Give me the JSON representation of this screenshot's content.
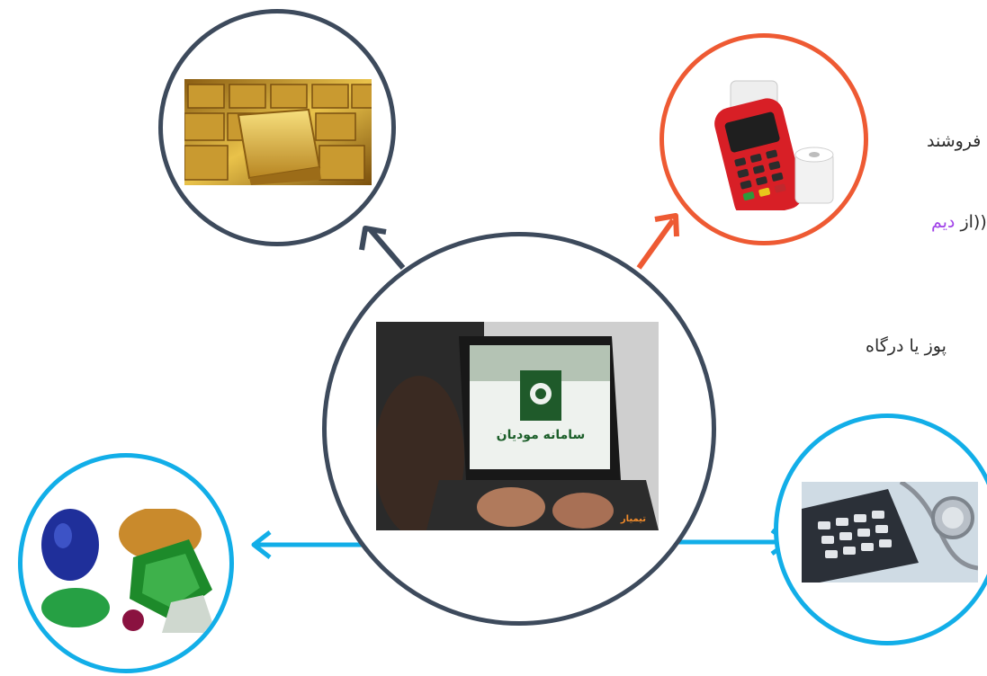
{
  "texts": {
    "top_left_line": "فروشند",
    "paren_prefix": "((از ",
    "paren_accent": "دیم",
    "right_label": "پوز یا درگاه"
  },
  "center_screen": {
    "title": "سامانه مودیان",
    "brand": "تیمیار"
  },
  "colors": {
    "dark": "#3d4a5c",
    "orange": "#ee5a33",
    "blue": "#12aee8",
    "accent": "#a143e8"
  },
  "icons": {
    "gold": "gold-bars-photo",
    "pos": "pos-terminal-photo",
    "gems": "gemstones-photo",
    "medical": "calculator-stethoscope-photo",
    "center": "laptop-user-photo"
  }
}
